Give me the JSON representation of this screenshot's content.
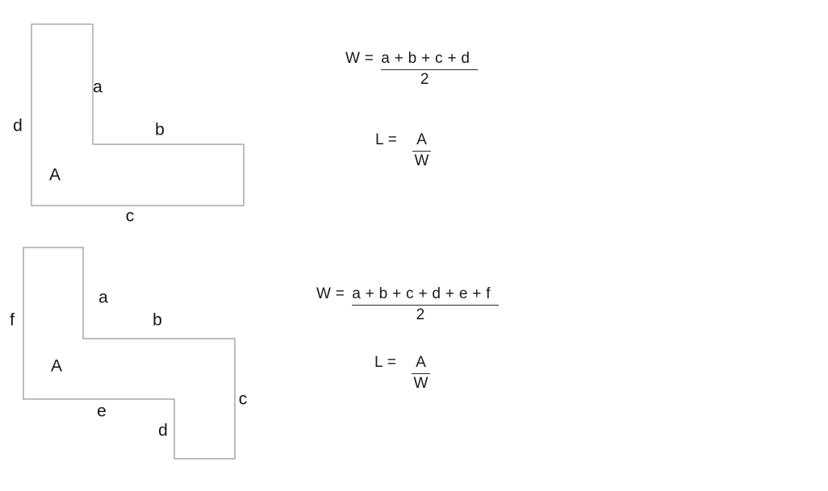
{
  "page": {
    "background": "#ffffff",
    "text_color": "#141414",
    "outline_color": "#7d7d7d"
  },
  "shape_top": {
    "edge_labels": {
      "a": "a",
      "b": "b",
      "c": "c",
      "d": "d"
    },
    "area_label": "A"
  },
  "shape_bottom": {
    "edge_labels": {
      "a": "a",
      "b": "b",
      "c": "c",
      "d": "d",
      "e": "e",
      "f": "f"
    },
    "area_label": "A"
  },
  "formulas_top": {
    "width_eq": {
      "lhs": "W =",
      "numerator": "a + b + c + d",
      "denominator": "2"
    },
    "length_eq": {
      "lhs": "L =",
      "numerator": "A",
      "denominator": "W"
    }
  },
  "formulas_bottom": {
    "width_eq": {
      "lhs": "W =",
      "numerator": "a + b + c + d + e + f",
      "denominator": "2"
    },
    "length_eq": {
      "lhs": "L =",
      "numerator": "A",
      "denominator": "W"
    }
  }
}
